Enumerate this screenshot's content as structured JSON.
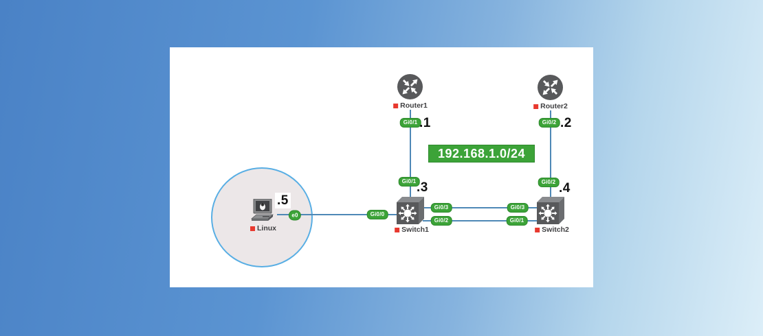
{
  "diagram": {
    "subnet_label": "192.168.1.0/24",
    "nodes": {
      "router1": {
        "label": "Router1",
        "ip": ".1",
        "type": "router"
      },
      "router2": {
        "label": "Router2",
        "ip": ".2",
        "type": "router"
      },
      "switch1": {
        "label": "Switch1",
        "ip": ".3",
        "type": "switch"
      },
      "switch2": {
        "label": "Switch2",
        "ip": ".4",
        "type": "switch"
      },
      "linux": {
        "label": "Linux",
        "ip": ".5",
        "type": "host"
      }
    },
    "links": [
      {
        "id": "linux-sw1",
        "a": "Linux",
        "a_label": "e0",
        "b": "Switch1",
        "b_label": "Gi0/0"
      },
      {
        "id": "r1-sw1",
        "a": "Router1",
        "a_label": "Gi0/1",
        "b": "Switch1",
        "b_label": "Gi0/1"
      },
      {
        "id": "r2-sw2",
        "a": "Router2",
        "a_label": "Gi0/2",
        "b": "Switch2",
        "b_label": "Gi0/2"
      },
      {
        "id": "sw1-sw2-top",
        "a": "Switch1",
        "a_label": "Gi0/3",
        "b": "Switch2",
        "b_label": "Gi0/3"
      },
      {
        "id": "sw1-sw2-bottom",
        "a": "Switch1",
        "a_label": "Gi0/2",
        "b": "Switch2",
        "b_label": "Gi0/1"
      }
    ],
    "colors": {
      "link": "#4e88b6",
      "interface_pill": "#3ca338",
      "subnet_banner": "#3ca338",
      "status_square": "#e8392f",
      "device_gray": "#58595b",
      "zone_fill": "#ece7e8",
      "zone_border": "#58aee4",
      "canvas_bg": "#ffffff"
    }
  }
}
